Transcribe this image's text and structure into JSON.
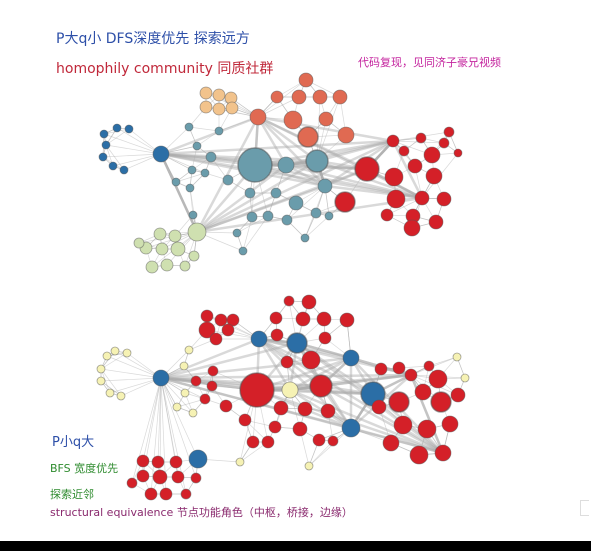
{
  "annotations": {
    "top_title": "P大q小  DFS深度优先  探索远方",
    "top_homophily": "homophily  community 同质社群",
    "top_reproduce": "代码复现，见同济子豪兄视频",
    "bottom_title": "P小q大",
    "bottom_bfs": "BFS 宽度优先",
    "bottom_explore": "探索近邻",
    "bottom_structural": "structural equivalence 节点功能角色（中枢，桥接，边缘）"
  },
  "colors": {
    "green_text": "#2e8b2e",
    "red_text": "#c0283a",
    "magenta_text": "#c4249e",
    "blue_text": "#2d4fa8",
    "purple_text": "#8a2a6e",
    "edge": "#aaaaaa",
    "node_blue": "#2b6ea6",
    "node_teal": "#6a9cab",
    "node_orange": "#f2c38c",
    "node_salmon": "#e06a52",
    "node_red": "#d42028",
    "node_lightgreen": "#cfe0b0",
    "node_yellow": "#f6f2b4"
  }
}
